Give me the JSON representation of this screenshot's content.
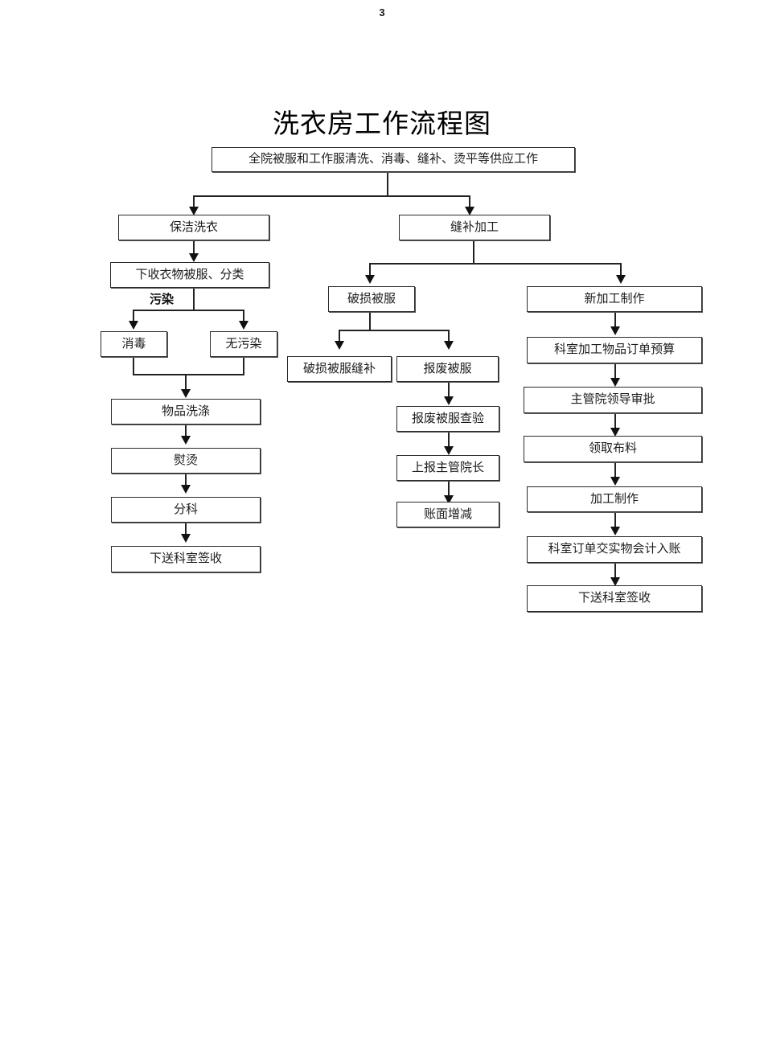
{
  "document": {
    "page_number": "3",
    "title": "洗衣房工作流程图"
  },
  "chart_data": {
    "type": "diagram",
    "title": "洗衣房工作流程图",
    "nodes": [
      {
        "id": "root",
        "label": "全院被服和工作服清洗、消毒、缝补、烫平等供应工作"
      },
      {
        "id": "wash",
        "label": "保洁洗衣"
      },
      {
        "id": "mend",
        "label": "缝补加工"
      },
      {
        "id": "collect",
        "label": "下收衣物被服、分类"
      },
      {
        "id": "disinfect",
        "label": "消毒"
      },
      {
        "id": "noPollution",
        "label": "无污染"
      },
      {
        "id": "washItems",
        "label": "物品洗涤"
      },
      {
        "id": "iron",
        "label": "熨烫"
      },
      {
        "id": "sort",
        "label": "分科"
      },
      {
        "id": "deliver1",
        "label": "下送科室签收"
      },
      {
        "id": "damaged",
        "label": "破损被服"
      },
      {
        "id": "repair",
        "label": "破损被服缝补"
      },
      {
        "id": "scrap",
        "label": "报废被服"
      },
      {
        "id": "scrapCheck",
        "label": "报废被服查验"
      },
      {
        "id": "reportDean",
        "label": "上报主管院长"
      },
      {
        "id": "bookChange",
        "label": "账面增减"
      },
      {
        "id": "newMake",
        "label": "新加工制作"
      },
      {
        "id": "deptBudget",
        "label": "科室加工物品订单预算"
      },
      {
        "id": "approval",
        "label": "主管院领导审批"
      },
      {
        "id": "getCloth",
        "label": "领取布料"
      },
      {
        "id": "process",
        "label": "加工制作"
      },
      {
        "id": "accounting",
        "label": "科室订单交实物会计入账"
      },
      {
        "id": "deliver2",
        "label": "下送科室签收"
      }
    ],
    "edge_labels": [
      {
        "id": "polluted",
        "label": "污染"
      }
    ],
    "edges": [
      {
        "from": "root",
        "to": "wash"
      },
      {
        "from": "root",
        "to": "mend"
      },
      {
        "from": "wash",
        "to": "collect"
      },
      {
        "from": "collect",
        "to": "disinfect",
        "label": "污染"
      },
      {
        "from": "collect",
        "to": "noPollution"
      },
      {
        "from": "disinfect",
        "to": "washItems"
      },
      {
        "from": "noPollution",
        "to": "washItems"
      },
      {
        "from": "washItems",
        "to": "iron"
      },
      {
        "from": "iron",
        "to": "sort"
      },
      {
        "from": "sort",
        "to": "deliver1"
      },
      {
        "from": "mend",
        "to": "damaged"
      },
      {
        "from": "mend",
        "to": "newMake"
      },
      {
        "from": "damaged",
        "to": "repair"
      },
      {
        "from": "damaged",
        "to": "scrap"
      },
      {
        "from": "scrap",
        "to": "scrapCheck"
      },
      {
        "from": "scrapCheck",
        "to": "reportDean"
      },
      {
        "from": "reportDean",
        "to": "bookChange"
      },
      {
        "from": "newMake",
        "to": "deptBudget"
      },
      {
        "from": "deptBudget",
        "to": "approval"
      },
      {
        "from": "approval",
        "to": "getCloth"
      },
      {
        "from": "getCloth",
        "to": "process"
      },
      {
        "from": "process",
        "to": "accounting"
      },
      {
        "from": "accounting",
        "to": "deliver2"
      }
    ],
    "colors": {
      "box_border": "#3a3a3a",
      "line": "#222222",
      "text": "#1c1c1c",
      "background": "#ffffff"
    }
  }
}
